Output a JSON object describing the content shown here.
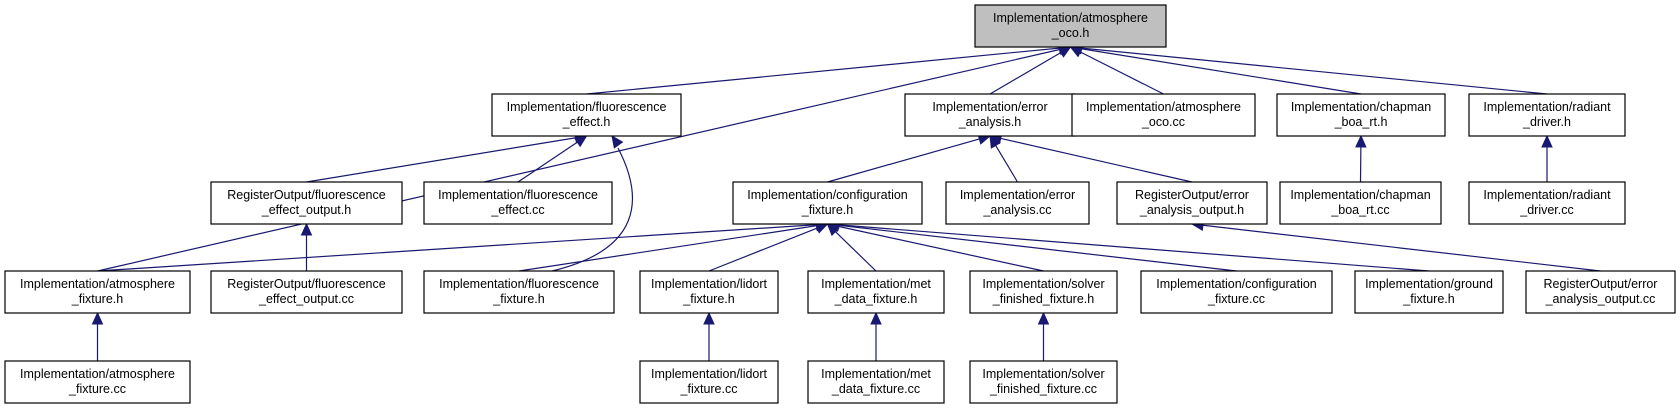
{
  "colors": {
    "edge": "#191970",
    "root_fill": "#bfbfbf",
    "node_fill": "#ffffff",
    "border": "#000000"
  },
  "nodes": {
    "root": {
      "line1": "Implementation/atmosphere",
      "line2": "_oco.h"
    },
    "fluor_effect_h": {
      "line1": "Implementation/fluorescence",
      "line2": "_effect.h"
    },
    "error_analysis_h": {
      "line1": "Implementation/error",
      "line2": "_analysis.h"
    },
    "atmosphere_oco_cc": {
      "line1": "Implementation/atmosphere",
      "line2": "_oco.cc"
    },
    "chapman_h": {
      "line1": "Implementation/chapman",
      "line2": "_boa_rt.h"
    },
    "radiant_h": {
      "line1": "Implementation/radiant",
      "line2": "_driver.h"
    },
    "ro_fluor_output_h": {
      "line1": "RegisterOutput/fluorescence",
      "line2": "_effect_output.h"
    },
    "fluor_effect_cc": {
      "line1": "Implementation/fluorescence",
      "line2": "_effect.cc"
    },
    "config_fixture_h": {
      "line1": "Implementation/configuration",
      "line2": "_fixture.h"
    },
    "error_analysis_cc": {
      "line1": "Implementation/error",
      "line2": "_analysis.cc"
    },
    "ro_error_output_h": {
      "line1": "RegisterOutput/error",
      "line2": "_analysis_output.h"
    },
    "chapman_cc": {
      "line1": "Implementation/chapman",
      "line2": "_boa_rt.cc"
    },
    "radiant_cc": {
      "line1": "Implementation/radiant",
      "line2": "_driver.cc"
    },
    "atm_fixture_h": {
      "line1": "Implementation/atmosphere",
      "line2": "_fixture.h"
    },
    "ro_fluor_output_cc": {
      "line1": "RegisterOutput/fluorescence",
      "line2": "_effect_output.cc"
    },
    "fluor_fixture_h": {
      "line1": "Implementation/fluorescence",
      "line2": "_fixture.h"
    },
    "lidort_fixture_h": {
      "line1": "Implementation/lidort",
      "line2": "_fixture.h"
    },
    "met_fixture_h": {
      "line1": "Implementation/met",
      "line2": "_data_fixture.h"
    },
    "solver_fixture_h": {
      "line1": "Implementation/solver",
      "line2": "_finished_fixture.h"
    },
    "config_fixture_cc": {
      "line1": "Implementation/configuration",
      "line2": "_fixture.cc"
    },
    "ground_fixture_h": {
      "line1": "Implementation/ground",
      "line2": "_fixture.h"
    },
    "ro_error_output_cc": {
      "line1": "RegisterOutput/error",
      "line2": "_analysis_output.cc"
    },
    "atm_fixture_cc": {
      "line1": "Implementation/atmosphere",
      "line2": "_fixture.cc"
    },
    "lidort_fixture_cc": {
      "line1": "Implementation/lidort",
      "line2": "_fixture.cc"
    },
    "met_fixture_cc": {
      "line1": "Implementation/met",
      "line2": "_data_fixture.cc"
    },
    "solver_fixture_cc": {
      "line1": "Implementation/solver",
      "line2": "_finished_fixture.cc"
    }
  },
  "edges": [
    {
      "from": "fluor_effect_h",
      "to": "root"
    },
    {
      "from": "error_analysis_h",
      "to": "root"
    },
    {
      "from": "atmosphere_oco_cc",
      "to": "root"
    },
    {
      "from": "chapman_h",
      "to": "root"
    },
    {
      "from": "radiant_h",
      "to": "root"
    },
    {
      "from": "atm_fixture_h",
      "to": "root"
    },
    {
      "from": "ro_fluor_output_h",
      "to": "fluor_effect_h"
    },
    {
      "from": "fluor_effect_cc",
      "to": "fluor_effect_h"
    },
    {
      "from": "fluor_fixture_h",
      "to": "fluor_effect_h"
    },
    {
      "from": "config_fixture_h",
      "to": "error_analysis_h"
    },
    {
      "from": "error_analysis_cc",
      "to": "error_analysis_h"
    },
    {
      "from": "ro_error_output_h",
      "to": "error_analysis_h"
    },
    {
      "from": "chapman_cc",
      "to": "chapman_h"
    },
    {
      "from": "radiant_cc",
      "to": "radiant_h"
    },
    {
      "from": "ro_fluor_output_cc",
      "to": "ro_fluor_output_h"
    },
    {
      "from": "atm_fixture_h",
      "to": "config_fixture_h"
    },
    {
      "from": "fluor_fixture_h",
      "to": "config_fixture_h"
    },
    {
      "from": "lidort_fixture_h",
      "to": "config_fixture_h"
    },
    {
      "from": "met_fixture_h",
      "to": "config_fixture_h"
    },
    {
      "from": "solver_fixture_h",
      "to": "config_fixture_h"
    },
    {
      "from": "config_fixture_cc",
      "to": "config_fixture_h"
    },
    {
      "from": "ground_fixture_h",
      "to": "config_fixture_h"
    },
    {
      "from": "ro_error_output_cc",
      "to": "ro_error_output_h"
    },
    {
      "from": "atm_fixture_cc",
      "to": "atm_fixture_h"
    },
    {
      "from": "lidort_fixture_cc",
      "to": "lidort_fixture_h"
    },
    {
      "from": "met_fixture_cc",
      "to": "met_fixture_h"
    },
    {
      "from": "solver_fixture_cc",
      "to": "solver_fixture_h"
    }
  ]
}
